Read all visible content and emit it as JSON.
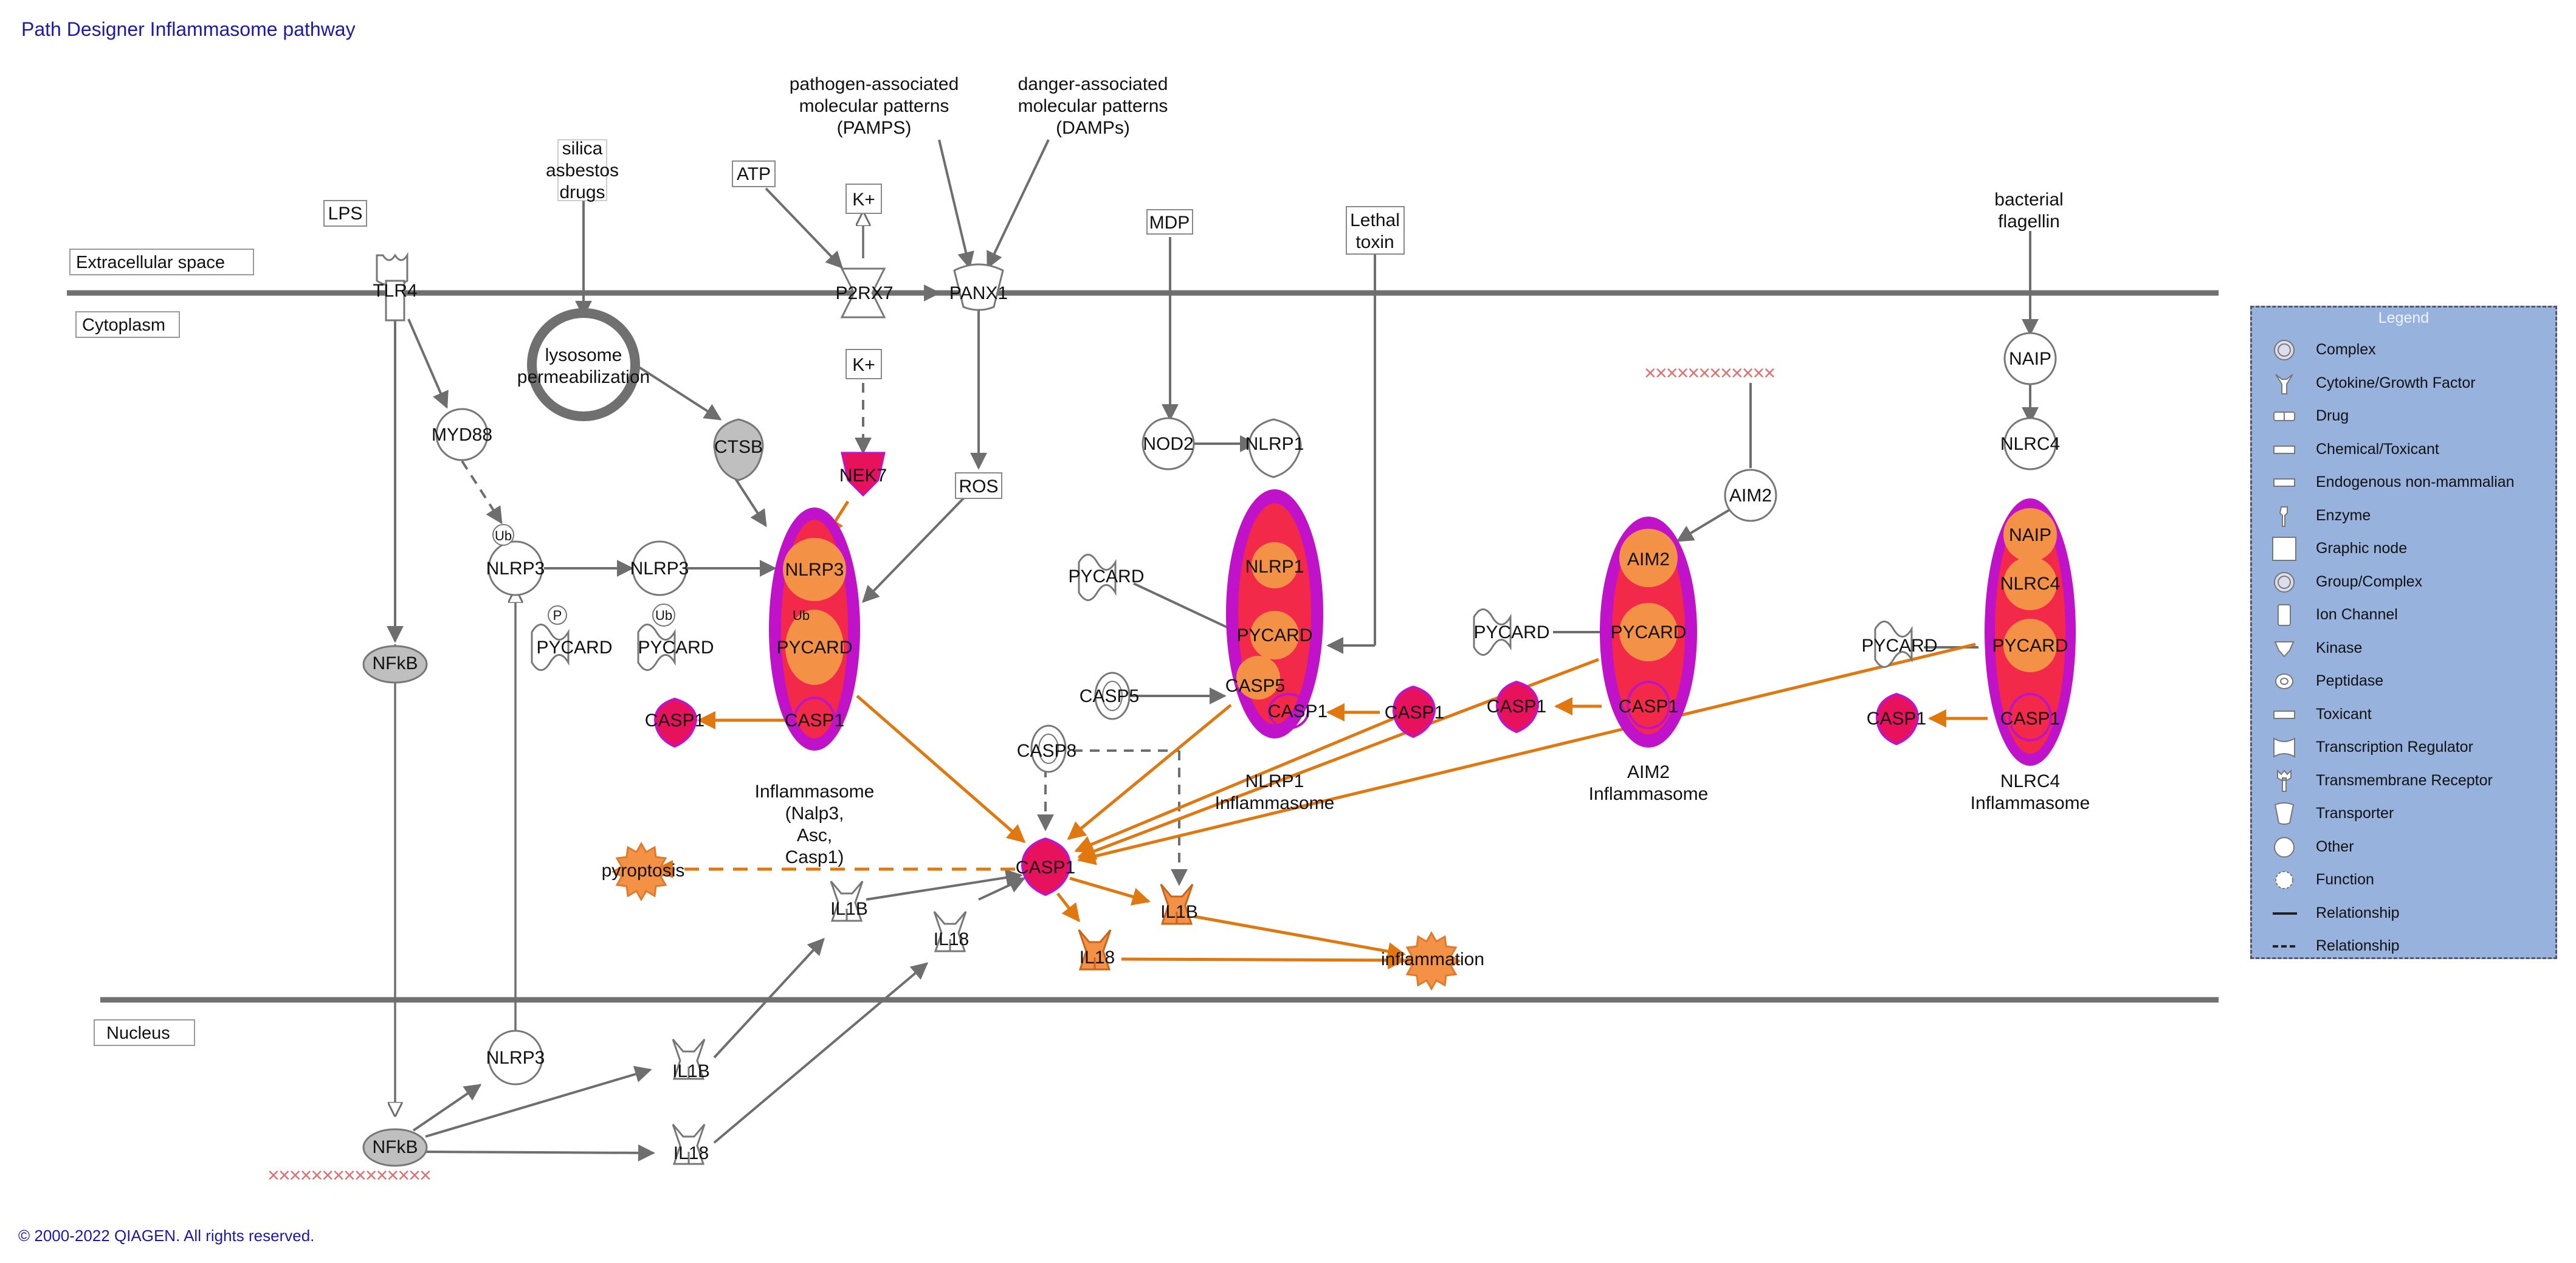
{
  "title": "Path Designer Inflammasome pathway",
  "copyright": "© 2000-2022 QIAGEN. All rights reserved.",
  "compartments": {
    "extracellular": "Extracellular space",
    "cytoplasm": "Cytoplasm",
    "nucleus": "Nucleus"
  },
  "colors": {
    "membrane": "#707070",
    "edge": "#6e6e6e",
    "highlight_edge": "#e0770f",
    "complex_outer": "#c013c9",
    "complex_inner": "#f3294a",
    "node_orange": "#f39146",
    "node_pink": "#e8115c",
    "node_grey": "#bfbfbf",
    "legend_bg": "#97b2dd",
    "title_blue": "#1a1aa8"
  },
  "labels": {
    "silica": "silica",
    "asbestos": "asbestos",
    "drugs": "drugs",
    "pamps1": "pathogen-associated",
    "pamps2": "molecular patterns",
    "pamps3": "(PAMPS)",
    "damps1": "danger-associated",
    "damps2": "molecular patterns",
    "damps3": "(DAMPs)",
    "lps": "LPS",
    "atp": "ATP",
    "kplus": "K+",
    "mdp": "MDP",
    "lethal1": "Lethal",
    "lethal2": "toxin",
    "bact1": "bacterial",
    "bact2": "flagellin",
    "tlr4": "TLR4",
    "p2rx7": "P2RX7",
    "panx1": "PANX1",
    "lyso1": "lysosome",
    "lyso2": "permeabilization",
    "myd88": "MYD88",
    "ctsb": "CTSB",
    "nek7": "NEK7",
    "ros": "ROS",
    "nod2": "NOD2",
    "nlrp1": "NLRP1",
    "naip": "NAIP",
    "nlrc4": "NLRC4",
    "aim2": "AIM2",
    "nlrp3": "NLRP3",
    "ub": "Ub",
    "p": "P",
    "pycard": "PYCARD",
    "casp1": "CASP1",
    "casp5": "CASP5",
    "casp8": "CASP8",
    "nfkb": "NFkB",
    "il1b": "IL1B",
    "il18": "IL18",
    "pyroptosis": "pyroptosis",
    "inflammation": "inflammation",
    "infl_nlrp3_1": "Inflammasome",
    "infl_nlrp3_2": "(Nalp3,",
    "infl_nlrp3_3": "Asc,",
    "infl_nlrp3_4": "Casp1)",
    "infl_nlrp1_1": "NLRP1",
    "infl_nlrp1_2": "Inflammasome",
    "infl_aim2_1": "AIM2",
    "infl_aim2_2": "Inflammasome",
    "infl_nlrc4_1": "NLRC4",
    "infl_nlrc4_2": "Inflammasome"
  },
  "legend": {
    "title": "Legend",
    "items": [
      {
        "icon": "complex-icon",
        "label": "Complex"
      },
      {
        "icon": "cytokine-icon",
        "label": "Cytokine/Growth Factor"
      },
      {
        "icon": "drug-icon",
        "label": "Drug"
      },
      {
        "icon": "chemical-icon",
        "label": "Chemical/Toxicant"
      },
      {
        "icon": "endogenous-icon",
        "label": "Endogenous non-mammalian"
      },
      {
        "icon": "enzyme-icon",
        "label": "Enzyme"
      },
      {
        "icon": "graphic-node-icon",
        "label": "Graphic node"
      },
      {
        "icon": "group-complex-icon",
        "label": "Group/Complex"
      },
      {
        "icon": "ion-channel-icon",
        "label": "Ion Channel"
      },
      {
        "icon": "kinase-icon",
        "label": "Kinase"
      },
      {
        "icon": "peptidase-icon",
        "label": "Peptidase"
      },
      {
        "icon": "toxicant-icon",
        "label": "Toxicant"
      },
      {
        "icon": "transcription-regulator-icon",
        "label": "Transcription Regulator"
      },
      {
        "icon": "transmembrane-receptor-icon",
        "label": "Transmembrane Receptor"
      },
      {
        "icon": "transporter-icon",
        "label": "Transporter"
      },
      {
        "icon": "other-icon",
        "label": "Other"
      },
      {
        "icon": "function-icon",
        "label": "Function"
      },
      {
        "icon": "relationship-solid-icon",
        "label": "Relationship"
      },
      {
        "icon": "relationship-dashed-icon",
        "label": "Relationship"
      }
    ]
  }
}
